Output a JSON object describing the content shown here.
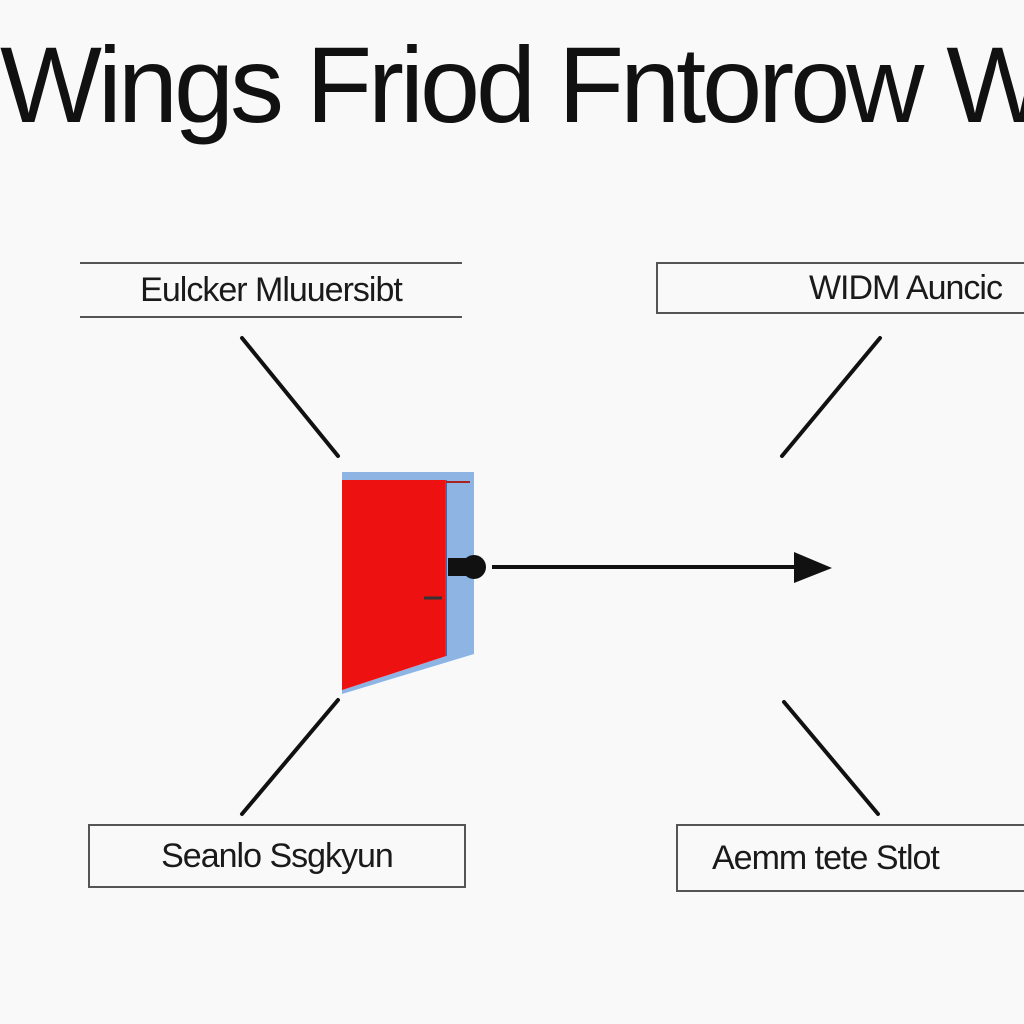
{
  "title": "Wings Friod Fntorow Wi",
  "labels": {
    "top_left": "Eulcker Mluuersibt",
    "top_right": "WIDM Auncic",
    "bottom_left": "Seanlo Ssgkyun",
    "bottom_right": "Aemm tete Stlot"
  },
  "colors": {
    "door_fill": "#ee1111",
    "door_frame": "#8eb4e3",
    "line": "#111111",
    "background": "#f9f9f9"
  }
}
